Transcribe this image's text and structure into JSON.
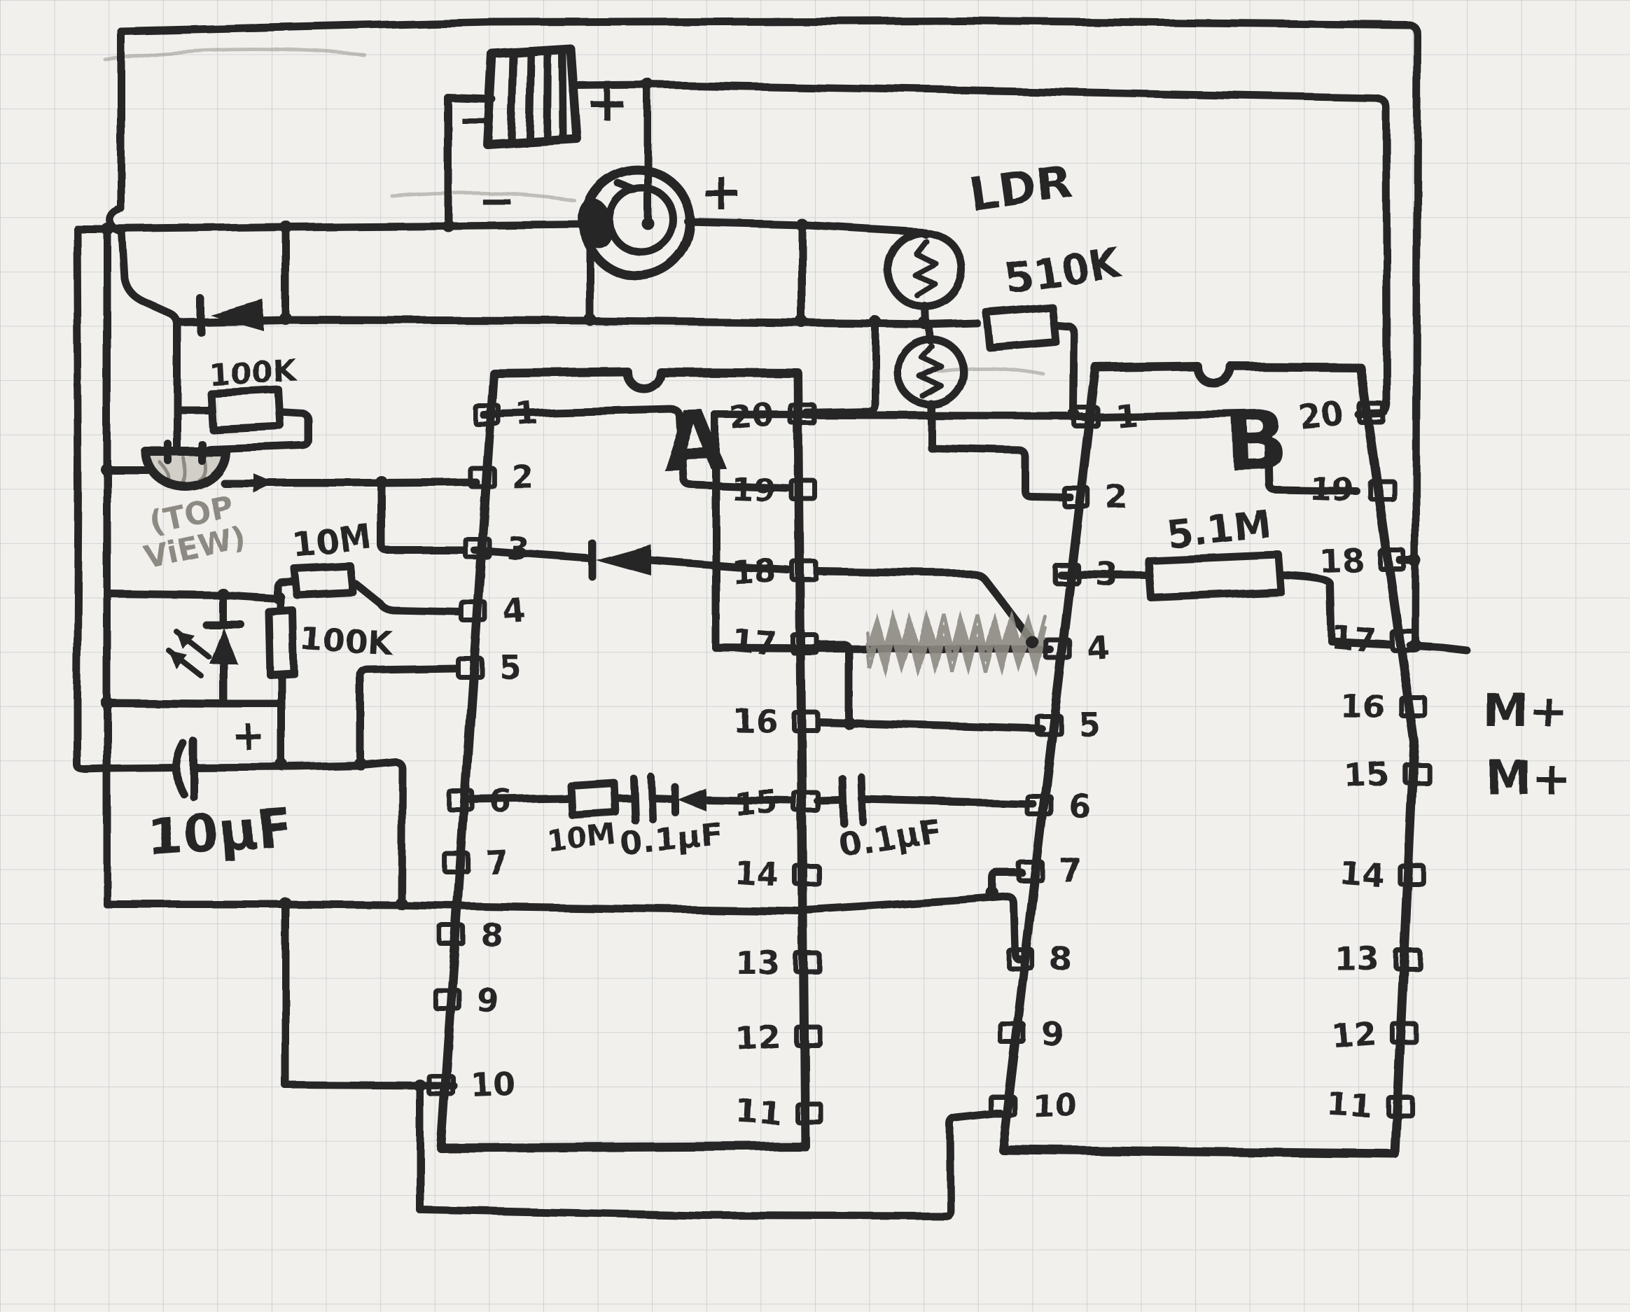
{
  "drawing": {
    "type": "hand-drawn circuit schematic",
    "medium": "black marker on graph paper",
    "ink_color": "#272625",
    "pencil_color": "#8d8983",
    "paper_color": "#f1f0ed"
  },
  "labels": {
    "battery_minus": "−",
    "battery_plus": "+",
    "motor_minus": "−",
    "motor_plus": "+",
    "ldr": "LDR",
    "r510k": "510K",
    "r100k_top": "100K",
    "topview_line1": "(TOP",
    "topview_line2": "ViEW)",
    "r10m_left": "10M",
    "r100k_left": "100K",
    "cap10uf_plus": "+",
    "cap10uf": "10µF",
    "r10m_mid": "10M",
    "cap01_mid": "0.1µF",
    "cap01_right": "0.1µF",
    "r51m": "5.1M",
    "chip_a": "A",
    "chip_b": "B",
    "m_plus_1": "M+",
    "m_plus_2": "M+"
  },
  "chips": {
    "a": {
      "label": "A",
      "left_pins": [
        "1",
        "2",
        "3",
        "4",
        "5",
        "6",
        "7",
        "8",
        "9",
        "10"
      ],
      "right_pins": [
        "20",
        "19",
        "18",
        "17",
        "16",
        "15",
        "14",
        "13",
        "12",
        "11"
      ]
    },
    "b": {
      "label": "B",
      "left_pins": [
        "1",
        "2",
        "3",
        "4",
        "5",
        "6",
        "7",
        "8",
        "9",
        "10"
      ],
      "right_pins": [
        "20",
        "19",
        "18",
        "17",
        "16",
        "15",
        "14",
        "13",
        "12",
        "11"
      ]
    }
  }
}
